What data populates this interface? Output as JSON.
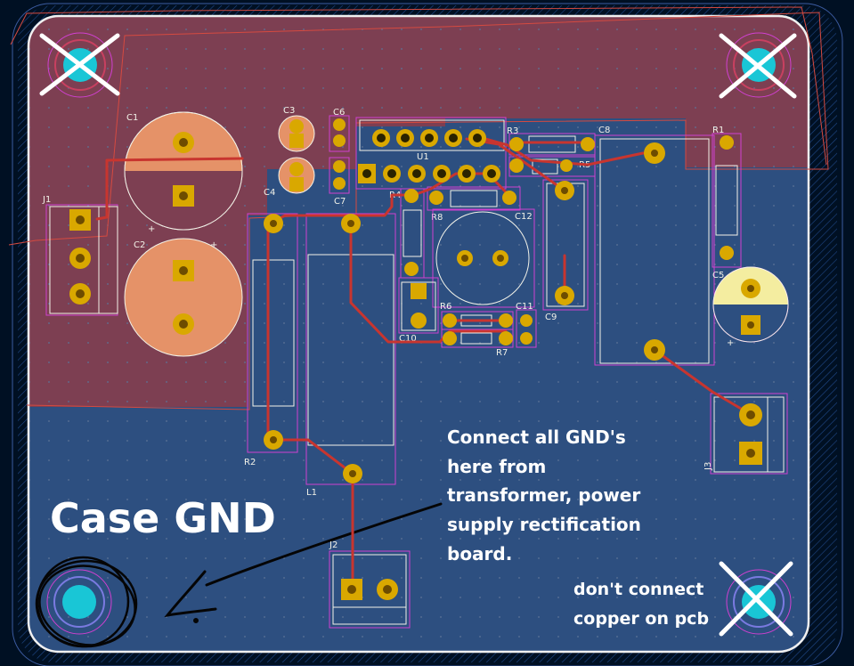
{
  "components": {
    "C1": "C1",
    "C2": "C2",
    "C3": "C3",
    "C4": "C4",
    "C5": "C5",
    "C6": "C6",
    "C7": "C7",
    "C8": "C8",
    "C9": "C9",
    "C10": "C10",
    "C11": "C11",
    "C12": "C12",
    "J1": "J1",
    "J2": "J2",
    "J3": "J3",
    "L1": "L1",
    "R1": "R1",
    "R2": "R2",
    "R3": "R3",
    "R4": "R4",
    "R5": "R5",
    "R6": "R6",
    "R7": "R7",
    "R8": "R8",
    "U1": "U1"
  },
  "annotations": {
    "case_gnd": "Case GND",
    "gnd_note_line1": "Connect all GND's",
    "gnd_note_line2": "here from",
    "gnd_note_line3": "transformer, power",
    "gnd_note_line4": "supply rectification",
    "gnd_note_line5": "board.",
    "no_copper_line1": "don't connect",
    "no_copper_line2": "copper  on pcb"
  },
  "colors": {
    "background": "#001023",
    "board_copper_bottom": "#2d4f80",
    "board_copper_top": "#7d3f52",
    "pad": "#d9a800",
    "trace": "#c8352f",
    "silkscreen": "#f2f2e8",
    "courtyard": "#d040d0",
    "mounting_hole": "#19c6d6",
    "annotation_text": "#ffffff"
  }
}
